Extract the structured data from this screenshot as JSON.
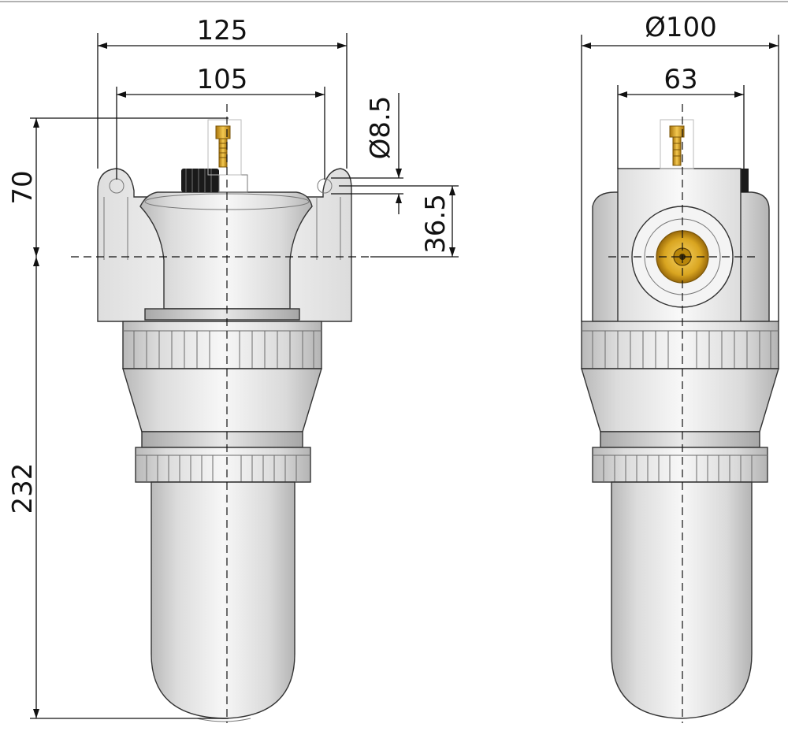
{
  "drawing": {
    "dimensions": {
      "left_overall_width": "125",
      "left_mount_width": "105",
      "left_port_diameter": "Ø8.5",
      "left_offset": "36.5",
      "left_top_height": "70",
      "left_body_height": "232",
      "right_overall_diameter": "Ø100",
      "right_port_width": "63"
    },
    "colors": {
      "body_light": "#f2f2f2",
      "body_shade": "#c4c4c4",
      "brass": "#d9a520",
      "knob": "#1a1a1a",
      "outline": "#333333"
    }
  }
}
